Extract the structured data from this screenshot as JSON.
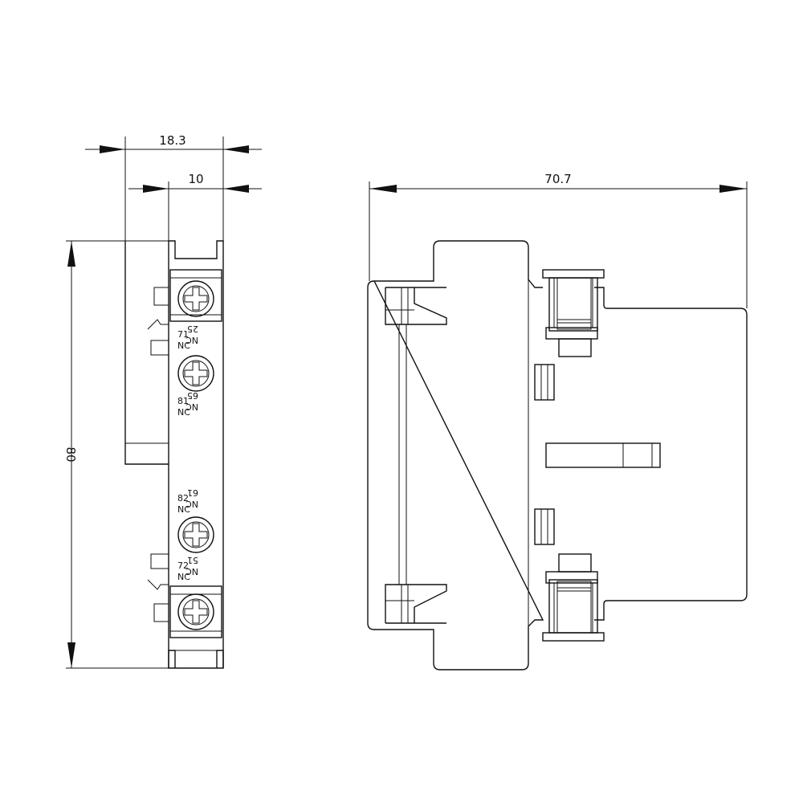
{
  "dimensions": {
    "side_width_total": "18.3",
    "side_width_inner": "10",
    "height": "80",
    "front_width": "70.7"
  },
  "terminal_labels": {
    "t1_left_num": "71",
    "t1_left_type": "NC",
    "t1_right_num": "25",
    "t1_right_type": "NC",
    "t2_left_num": "81",
    "t2_left_type": "NC",
    "t2_right_num": "65",
    "t2_right_type": "NC",
    "t3_left_num": "82",
    "t3_left_type": "NC",
    "t3_right_num": "61",
    "t3_right_type": "NC",
    "t4_left_num": "72",
    "t4_left_type": "NC",
    "t4_right_num": "51",
    "t4_right_type": "NC"
  }
}
